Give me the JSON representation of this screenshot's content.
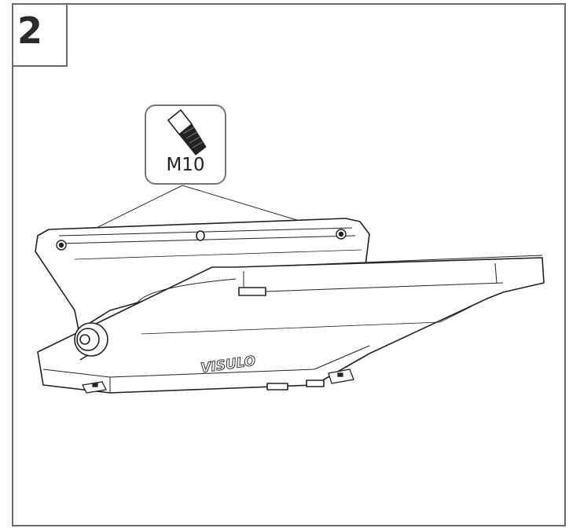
{
  "step": {
    "number": "2"
  },
  "callout": {
    "bolt_size": "M10",
    "icon": "hex-socket-bolt-icon"
  },
  "product": {
    "brand_logo": "VISULO"
  },
  "colors": {
    "frame": "#6b6b6b",
    "line": "#222222",
    "background": "#ffffff"
  }
}
